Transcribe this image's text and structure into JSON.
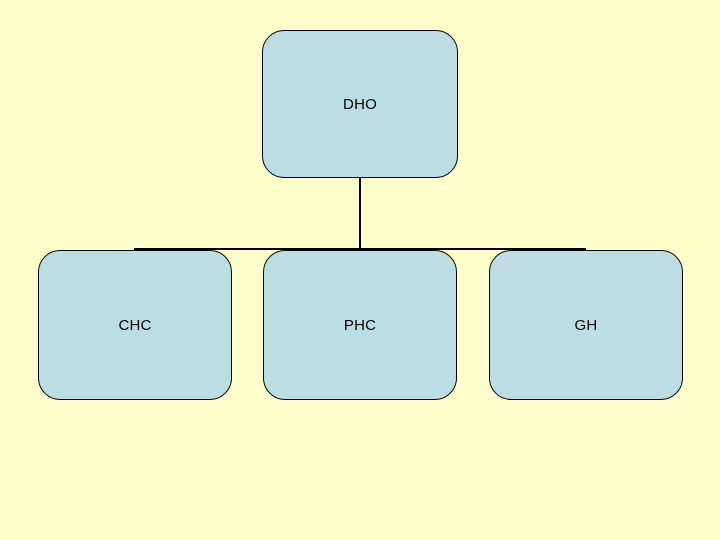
{
  "diagram": {
    "type": "organization-chart",
    "background_color": "#ffffcc",
    "node_fill_color": "#bcdde4",
    "node_border_color": "#000000",
    "connector_color": "#000000",
    "root": {
      "id": "dho",
      "label": "DHO"
    },
    "children": [
      {
        "id": "chc",
        "label": "CHC"
      },
      {
        "id": "phc",
        "label": "PHC"
      },
      {
        "id": "gh",
        "label": "GH"
      }
    ]
  }
}
